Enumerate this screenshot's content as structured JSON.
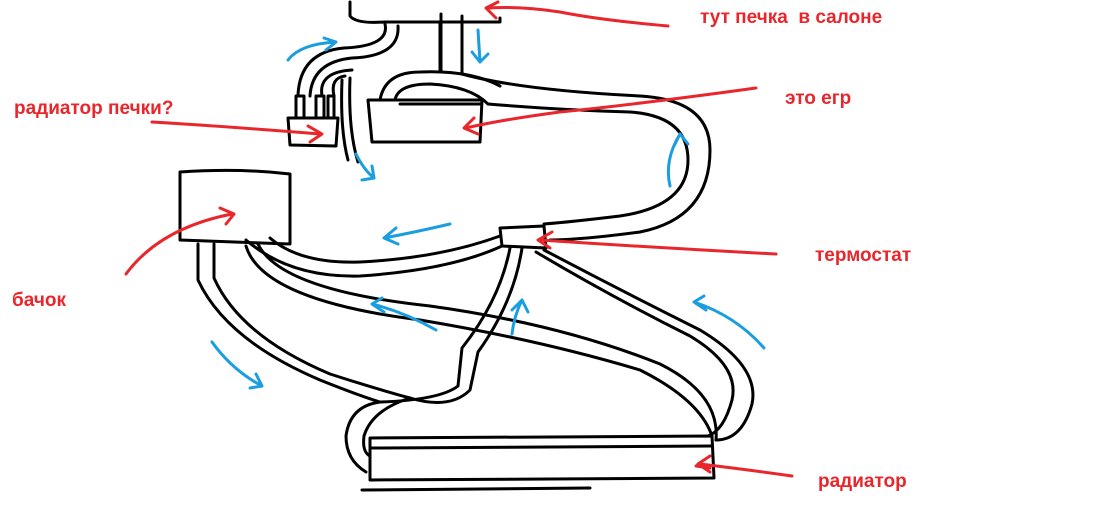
{
  "colors": {
    "hose": "#000000",
    "flow_arrow": "#1a9ee0",
    "pointer": "#e8262b",
    "label": "#e8262b"
  },
  "labels": {
    "heater_cabin": "тут печка  в салоне",
    "egr": "это егр",
    "heater_core": "радиатор печки?",
    "thermostat": "термостат",
    "tank": "бачок",
    "radiator": "радиатор"
  }
}
